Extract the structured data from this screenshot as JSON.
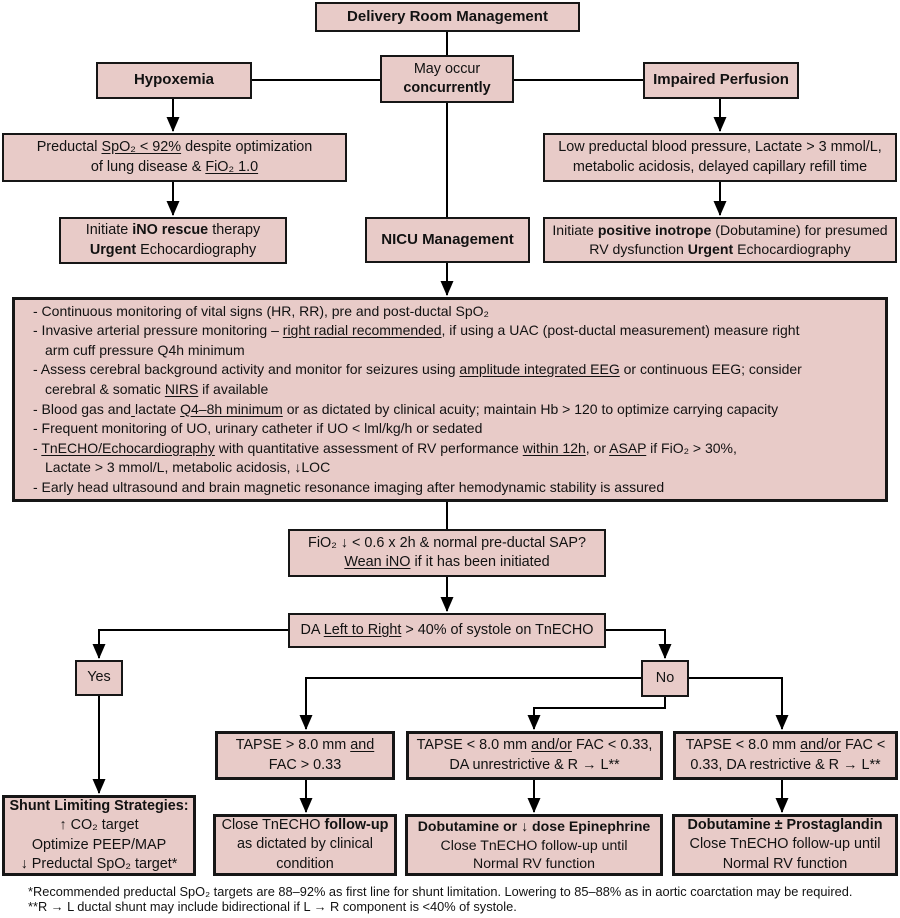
{
  "diagram_title": "Delivery Room Management",
  "colors": {
    "node_fill": "#e8cbc8",
    "node_border": "#161616",
    "connector": "#000000",
    "background": "#ffffff"
  },
  "nodes": {
    "delivery_room": {
      "lines": [
        {
          "segs": [
            {
              "t": "Delivery Room Management",
              "b": true
            }
          ]
        }
      ]
    },
    "hypoxemia": {
      "lines": [
        {
          "segs": [
            {
              "t": "Hypoxemia",
              "b": true
            }
          ]
        }
      ]
    },
    "may_occur": {
      "lines": [
        {
          "segs": [
            {
              "t": "May occur"
            }
          ]
        },
        {
          "segs": [
            {
              "t": "concurrently",
              "b": true
            }
          ]
        }
      ]
    },
    "impaired_perfusion": {
      "lines": [
        {
          "segs": [
            {
              "t": "Impaired Perfusion",
              "b": true
            }
          ]
        }
      ]
    },
    "preductal_spo2": {
      "lines": [
        {
          "segs": [
            {
              "t": "Preductal "
            },
            {
              "t": "SpO₂ < 92%",
              "u": true
            },
            {
              "t": " despite optimization"
            }
          ]
        },
        {
          "segs": [
            {
              "t": "of lung disease & "
            },
            {
              "t": "FiO₂ 1.0",
              "u": true
            }
          ]
        }
      ]
    },
    "low_preductal": {
      "lines": [
        {
          "segs": [
            {
              "t": "Low preductal blood pressure, Lactate > 3 mmol/L,"
            }
          ]
        },
        {
          "segs": [
            {
              "t": "metabolic acidosis, delayed capillary refill time"
            }
          ]
        }
      ]
    },
    "ino_rescue": {
      "lines": [
        {
          "segs": [
            {
              "t": "Initiate "
            },
            {
              "t": "iNO rescue",
              "b": true
            },
            {
              "t": " therapy"
            }
          ]
        },
        {
          "segs": [
            {
              "t": "Urgent",
              "b": true
            },
            {
              "t": " Echocardiography"
            }
          ]
        }
      ]
    },
    "nicu_management": {
      "lines": [
        {
          "segs": [
            {
              "t": "NICU Management",
              "b": true
            }
          ]
        }
      ]
    },
    "positive_inotrope": {
      "lines": [
        {
          "segs": [
            {
              "t": "Initiate "
            },
            {
              "t": "positive inotrope",
              "b": true
            },
            {
              "t": " (Dobutamine) for presumed"
            }
          ]
        },
        {
          "segs": [
            {
              "t": "RV dysfunction "
            },
            {
              "t": "Urgent",
              "b": true
            },
            {
              "t": " Echocardiography"
            }
          ]
        }
      ]
    },
    "nicu_checklist": {
      "lines": [
        {
          "segs": [
            {
              "t": "- Continuous monitoring of vital signs (HR, RR), pre and post-ductal SpO₂"
            }
          ]
        },
        {
          "segs": [
            {
              "t": "- Invasive arterial pressure monitoring – "
            },
            {
              "t": "right radial recommended",
              "u": true
            },
            {
              "t": ", if using a UAC (post-ductal measurement) measure right"
            }
          ]
        },
        {
          "indent": true,
          "segs": [
            {
              "t": "arm cuff pressure Q4h minimum"
            }
          ]
        },
        {
          "segs": [
            {
              "t": "- Assess cerebral background activity and monitor for seizures using "
            },
            {
              "t": "amplitude integrated EEG",
              "u": true
            },
            {
              "t": " or continuous EEG; consider"
            }
          ]
        },
        {
          "indent": true,
          "segs": [
            {
              "t": "cerebral & somatic "
            },
            {
              "t": "NIRS",
              "u": true
            },
            {
              "t": " if available"
            }
          ]
        },
        {
          "segs": [
            {
              "t": "- Blood gas and"
            },
            {
              "t": " ",
              "u": true
            },
            {
              "t": "lactate "
            },
            {
              "t": "Q4–8h minimum",
              "u": true
            },
            {
              "t": " or as dictated by clinical acuity; maintain Hb > 120 to optimize carrying capacity"
            }
          ]
        },
        {
          "segs": [
            {
              "t": "- Frequent monitoring of UO, urinary catheter if UO < lml/kg/h or sedated"
            }
          ]
        },
        {
          "segs": [
            {
              "t": "- "
            },
            {
              "t": "TnECHO/Echocardiography",
              "u": true
            },
            {
              "t": " with quantitative assessment of RV performance "
            },
            {
              "t": "within 12h",
              "u": true
            },
            {
              "t": ", or "
            },
            {
              "t": "ASAP",
              "u": true
            },
            {
              "t": " if FiO₂ > 30%,"
            }
          ]
        },
        {
          "indent": true,
          "segs": [
            {
              "t": "Lactate > 3 mmol/L, metabolic acidosis, ↓LOC"
            }
          ]
        },
        {
          "segs": [
            {
              "t": "- Early head ultrasound and brain magnetic resonance imaging after hemodynamic stability is assured"
            }
          ]
        }
      ]
    },
    "fio2_wean": {
      "lines": [
        {
          "segs": [
            {
              "t": "FiO₂ ↓ < 0.6 x 2h & normal pre-ductal SAP?"
            }
          ]
        },
        {
          "segs": [
            {
              "t": "Wean iNO",
              "u": true
            },
            {
              "t": " if it has been initiated"
            }
          ]
        }
      ]
    },
    "da_shunt": {
      "lines": [
        {
          "segs": [
            {
              "t": "DA "
            },
            {
              "t": "Left to Right",
              "u": true
            },
            {
              "t": " > 40% of systole on TnECHO"
            }
          ]
        }
      ]
    },
    "yes": {
      "lines": [
        {
          "segs": [
            {
              "t": "Yes"
            }
          ]
        }
      ]
    },
    "no": {
      "lines": [
        {
          "segs": [
            {
              "t": "No"
            }
          ]
        }
      ]
    },
    "tapse_normal": {
      "lines": [
        {
          "segs": [
            {
              "t": "TAPSE > 8.0 mm "
            },
            {
              "t": "and",
              "u": true
            }
          ]
        },
        {
          "segs": [
            {
              "t": "FAC > 0.33"
            }
          ]
        }
      ]
    },
    "tapse_unrestrictive": {
      "lines": [
        {
          "segs": [
            {
              "t": "TAPSE < 8.0 mm "
            },
            {
              "t": "and/or",
              "u": true
            },
            {
              "t": " FAC < 0.33,"
            }
          ]
        },
        {
          "segs": [
            {
              "t": "DA unrestrictive & R → L**"
            }
          ]
        }
      ]
    },
    "tapse_restrictive": {
      "lines": [
        {
          "segs": [
            {
              "t": "TAPSE < 8.0 mm "
            },
            {
              "t": "and/or",
              "u": true
            },
            {
              "t": " FAC <"
            }
          ]
        },
        {
          "segs": [
            {
              "t": "0.33, DA restrictive & R → L**"
            }
          ]
        }
      ]
    },
    "shunt_limiting": {
      "lines": [
        {
          "segs": [
            {
              "t": "Shunt Limiting Strategies:",
              "b": true
            }
          ]
        },
        {
          "segs": [
            {
              "t": "↑ CO₂ target"
            }
          ]
        },
        {
          "segs": [
            {
              "t": "Optimize PEEP/MAP"
            }
          ]
        },
        {
          "segs": [
            {
              "t": "↓ Preductal SpO₂ target*"
            }
          ]
        }
      ]
    },
    "close_follow_up": {
      "lines": [
        {
          "segs": [
            {
              "t": "Close TnECHO "
            },
            {
              "t": "follow-up",
              "b": true
            }
          ]
        },
        {
          "segs": [
            {
              "t": "as dictated by clinical"
            }
          ]
        },
        {
          "segs": [
            {
              "t": "condition"
            }
          ]
        }
      ]
    },
    "dobutamine_epinephrine": {
      "lines": [
        {
          "segs": [
            {
              "t": "Dobutamine or ↓ dose Epinephrine",
              "b": true
            }
          ]
        },
        {
          "segs": [
            {
              "t": "Close TnECHO follow-up until"
            }
          ]
        },
        {
          "segs": [
            {
              "t": "Normal RV function"
            }
          ]
        }
      ]
    },
    "dobutamine_prostaglandin": {
      "lines": [
        {
          "segs": [
            {
              "t": "Dobutamine ± Prostaglandin",
              "b": true
            }
          ]
        },
        {
          "segs": [
            {
              "t": "Close TnECHO follow-up until"
            }
          ]
        },
        {
          "segs": [
            {
              "t": "Normal RV function"
            }
          ]
        }
      ]
    }
  },
  "footnotes": [
    "*Recommended preductal SpO₂ targets are 88–92% as first line for shunt limitation. Lowering to 85–88% as in aortic coarctation may be required.",
    "**R → L ductal shunt may include bidirectional if L → R component is <40% of systole."
  ]
}
